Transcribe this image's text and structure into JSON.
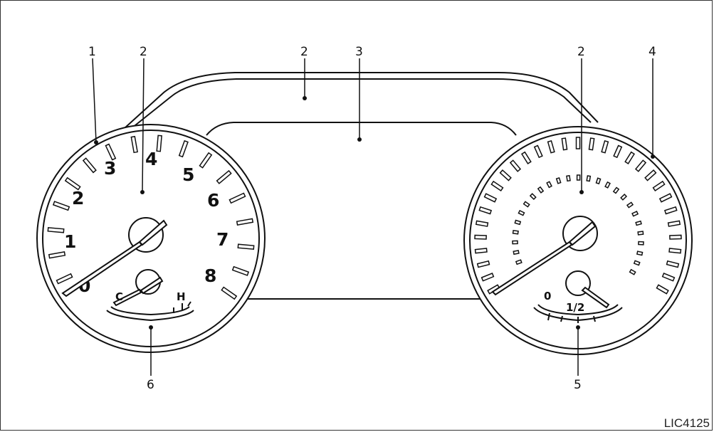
{
  "callouts": {
    "c1": "1",
    "c2a": "2",
    "c2b": "2",
    "c3": "3",
    "c2c": "2",
    "c4": "4",
    "c5": "5",
    "c6": "6"
  },
  "tachometer": {
    "labels": [
      "0",
      "1",
      "2",
      "3",
      "4",
      "5",
      "6",
      "7",
      "8"
    ]
  },
  "temperature_gauge": {
    "cold_label": "C",
    "hot_label": "H"
  },
  "fuel_gauge": {
    "empty_label": "0",
    "half_label": "1/2"
  },
  "figure_code": "LIC4125"
}
